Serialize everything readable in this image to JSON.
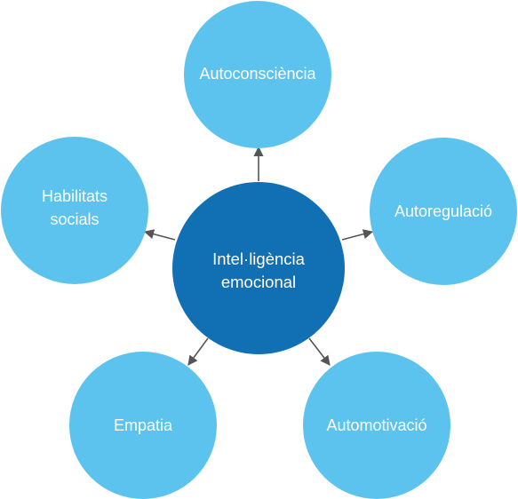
{
  "colors": {
    "center_fill": "#1170b4",
    "satellite_fill": "#5bc3ed",
    "arrow": "#555555",
    "text": "#ffffff",
    "background": "#ffffff"
  },
  "center": {
    "lines": [
      "Intel·ligència",
      "emocional"
    ]
  },
  "satellites": [
    {
      "key": "top",
      "lines": [
        "Autoconsciència"
      ]
    },
    {
      "key": "right",
      "lines": [
        "Autoregulació"
      ]
    },
    {
      "key": "bottom-right",
      "lines": [
        "Automotivació"
      ]
    },
    {
      "key": "bottom-left",
      "lines": [
        "Empatia"
      ]
    },
    {
      "key": "left",
      "lines": [
        "Habilitats",
        "socials"
      ]
    }
  ]
}
